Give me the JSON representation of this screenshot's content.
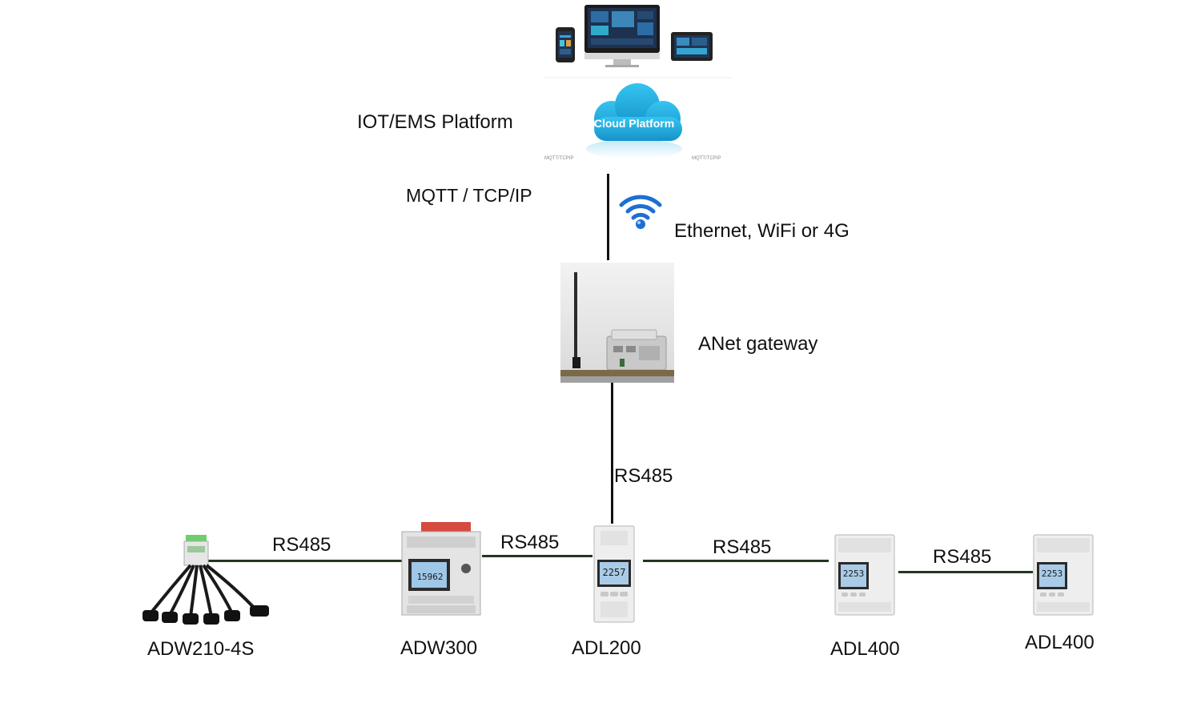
{
  "platform": {
    "label": "IOT/EMS Platform",
    "cloud_text": "Cloud Platform",
    "tiny_left": "MQTT/TCPIP",
    "tiny_right": "MQTT/TCPIP"
  },
  "uplink": {
    "protocol": "MQTT / TCP/IP",
    "network": "Ethernet,  WiFi or 4G"
  },
  "gateway": {
    "label": "ANet gateway"
  },
  "trunk": {
    "label": "RS485"
  },
  "devices": [
    {
      "name": "ADW210-4S"
    },
    {
      "name": "ADW300",
      "display": "15962"
    },
    {
      "name": "ADL200",
      "display": "2257"
    },
    {
      "name": "ADL400",
      "display": "2253"
    },
    {
      "name": "ADL400",
      "display": "2253"
    }
  ],
  "links": [
    {
      "label": "RS485"
    },
    {
      "label": "RS485"
    },
    {
      "label": "RS485"
    },
    {
      "label": "RS485"
    }
  ],
  "colors": {
    "cloud": "#2fb6e8",
    "bus_line": "#24361f",
    "wifi": "#1d6fd1"
  }
}
